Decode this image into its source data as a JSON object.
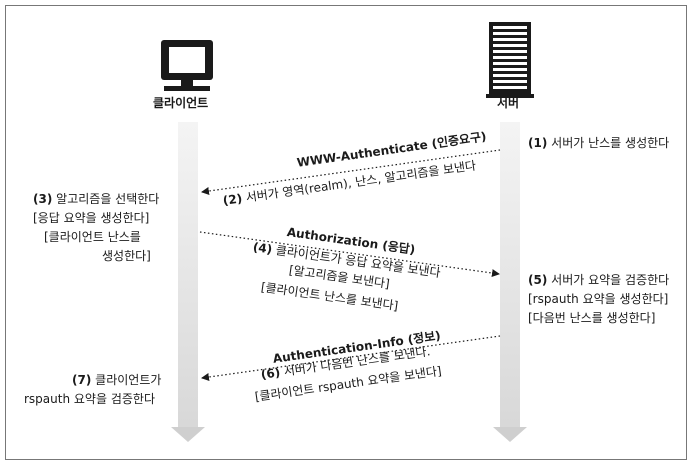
{
  "client": {
    "label": "클라이언트"
  },
  "server": {
    "label": "서버"
  },
  "steps": {
    "s1": {
      "num": "(1)",
      "text": "서버가 난스를 생성한다"
    },
    "s2_title": "WWW-Authenticate (인증요구)",
    "s2": {
      "num": "(2)",
      "text": "서버가 영역(realm), 난스, 알고리즘을 보낸다"
    },
    "s3": {
      "num": "(3)",
      "text": "알고리즘을 선택한다",
      "l2": "[응답 요약을 생성한다]",
      "l3": "[클라이언트 난스를",
      "l4": "생성한다]"
    },
    "s4_title": "Authorization (응답)",
    "s4": {
      "num": "(4)",
      "text": "클라이언트가 응답 요약을 보낸다",
      "l2": "[알고리즘을 보낸다]",
      "l3": "[클라이언트 난스를 보낸다]"
    },
    "s5": {
      "num": "(5)",
      "text": "서버가 요약을 검증한다",
      "l2": "[rspauth 요약을 생성한다]",
      "l3": "[다음번 난스를 생성한다]"
    },
    "s6_title": "Authentication-Info (정보)",
    "s6": {
      "num": "(6)",
      "text": "서버가 다음번 난스를 보낸다.",
      "l2": "[클라이언트 rspauth 요약을 보낸다]"
    },
    "s7": {
      "num": "(7)",
      "text": "클라이언트가",
      "l2": "rspauth 요약을 검증한다"
    }
  },
  "colors": {
    "lifeline": "#e3e3e3",
    "lifeline_head": "#c9c9c9",
    "text": "#1a1a1a",
    "border": "#777777"
  },
  "icons": {
    "client": "computer-monitor-icon",
    "server": "server-tower-icon"
  }
}
